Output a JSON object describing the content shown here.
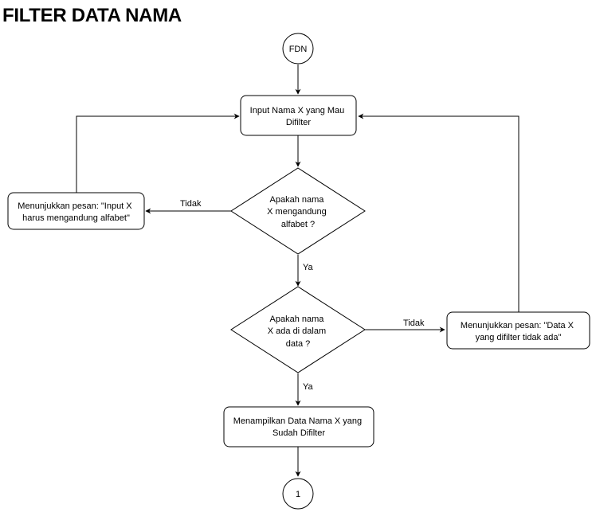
{
  "title": "FILTER DATA NAMA",
  "nodes": {
    "start": {
      "label": "FDN"
    },
    "input": {
      "lines": [
        "Input Nama X yang Mau",
        "Difilter"
      ]
    },
    "decision_alpha": {
      "lines": [
        "Apakah nama",
        "X mengandung",
        "alfabet ?"
      ]
    },
    "msg_alpha": {
      "lines": [
        "Menunjukkan pesan: \"Input X",
        "harus mengandung alfabet\""
      ]
    },
    "decision_exists": {
      "lines": [
        "Apakah nama",
        "X ada di dalam",
        "data ?"
      ]
    },
    "msg_missing": {
      "lines": [
        "Menunjukkan pesan: \"Data X",
        "yang difilter tidak ada\""
      ]
    },
    "show": {
      "lines": [
        "Menampilkan Data Nama X yang",
        "Sudah Difilter"
      ]
    },
    "end": {
      "label": "1"
    }
  },
  "edges": {
    "alpha_no": "Tidak",
    "alpha_yes": "Ya",
    "exists_no": "Tidak",
    "exists_yes": "Ya"
  }
}
